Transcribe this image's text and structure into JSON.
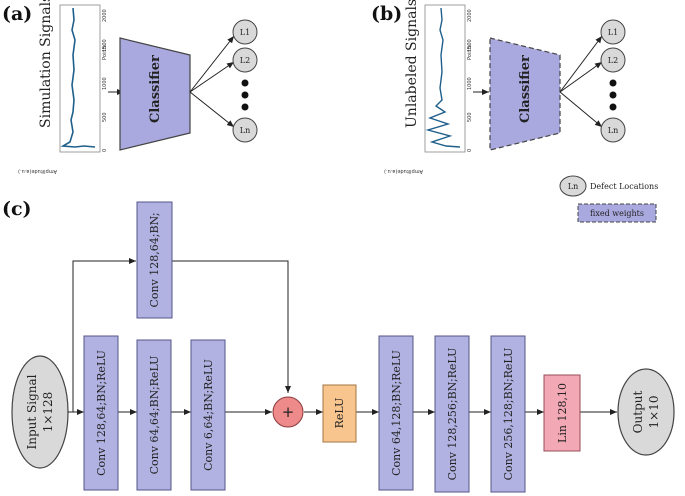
{
  "panels": {
    "a": {
      "label": "(a)",
      "side_label": "Simulation Signals",
      "classifier": "Classifier",
      "outputs": [
        "L1",
        "L2",
        "Ln"
      ],
      "plot": {
        "axis_label": "Amplitude(a.u.)",
        "x_axis_label": "Points",
        "ticks": [
          "2000",
          "1500",
          "1000",
          "500",
          "0"
        ]
      }
    },
    "b": {
      "label": "(b)",
      "side_label": "Unlabeled Signals",
      "classifier": "Classifier",
      "outputs": [
        "L1",
        "L2",
        "Ln"
      ],
      "plot": {
        "axis_label": "Amplitude(a.u.)",
        "x_axis_label": "Points",
        "ticks": [
          "2000",
          "1500",
          "1000",
          "500",
          "0"
        ]
      }
    },
    "legend": {
      "defect_symbol": "Ln",
      "defect_text": "Defect Locations",
      "fixed_text": "fixed weights"
    },
    "c": {
      "label": "(c)",
      "input": [
        "Input Signal",
        "1×128"
      ],
      "skip_conv": "Conv 128,64;BN;",
      "block1": [
        "Conv 128,64;BN;ReLU",
        "Conv 64,64;BN;ReLU",
        "Conv 6,64;BN;ReLU"
      ],
      "add_symbol": "+",
      "relu": "ReLU",
      "block2": [
        "Conv 64,128;BN;ReLU",
        "Conv 128,256;BN;ReLU",
        "Conv 256,128;BN;ReLU"
      ],
      "linear": "Lin 128,10",
      "output": [
        "Output",
        "1×10"
      ]
    }
  },
  "colors": {
    "conv": "#b1b2e2",
    "conv_border": "#55558a",
    "relu": "#f8c58e",
    "lin": "#f2a8b5",
    "add": "#ee8a8a",
    "node": "#d9d9d9",
    "signal": "#1f5f8b"
  }
}
